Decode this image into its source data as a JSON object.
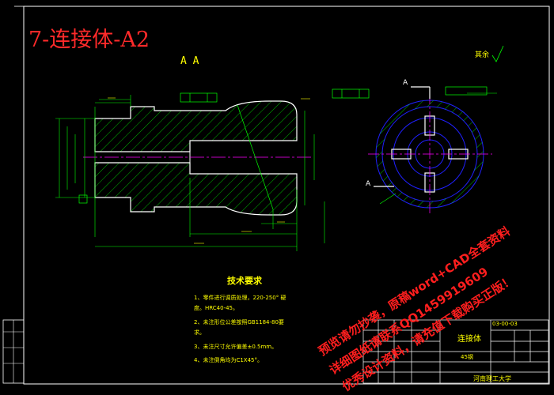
{
  "drawing": {
    "title": "7-连接体-A2",
    "section_label": "A A",
    "roughness_note": "其余",
    "section_marker": "A"
  },
  "technical_requirements": {
    "heading": "技术要求",
    "lines": [
      "1、零件进行调质处理，220-250° 硬",
      "度。HRC40-45。",
      "2、未注形位公差按照GB1184-80要",
      "求。",
      "3、未注尺寸允许偏差±0.5mm。",
      "4、未注倒角均为C1X45°。"
    ]
  },
  "title_block": {
    "part_name": "连接体",
    "material": "45钢",
    "university": "河南理工大学",
    "drawing_no": "03-00-03"
  },
  "watermark": {
    "line1": "预览请勿抄袭，原稿word+CAD全套资料",
    "line2": "详细图纸请联系QQ1459919609",
    "line3": "优秀设计资料，请充值下载购买正版！"
  },
  "colors": {
    "background": "#000000",
    "outline": "#ffffff",
    "dimension": "#00ff00",
    "hatch": "#00ff00",
    "centerline": "#ff00ff",
    "text": "#ffff00",
    "watermark": "#ff1e1e",
    "circles": "#2020ff"
  }
}
